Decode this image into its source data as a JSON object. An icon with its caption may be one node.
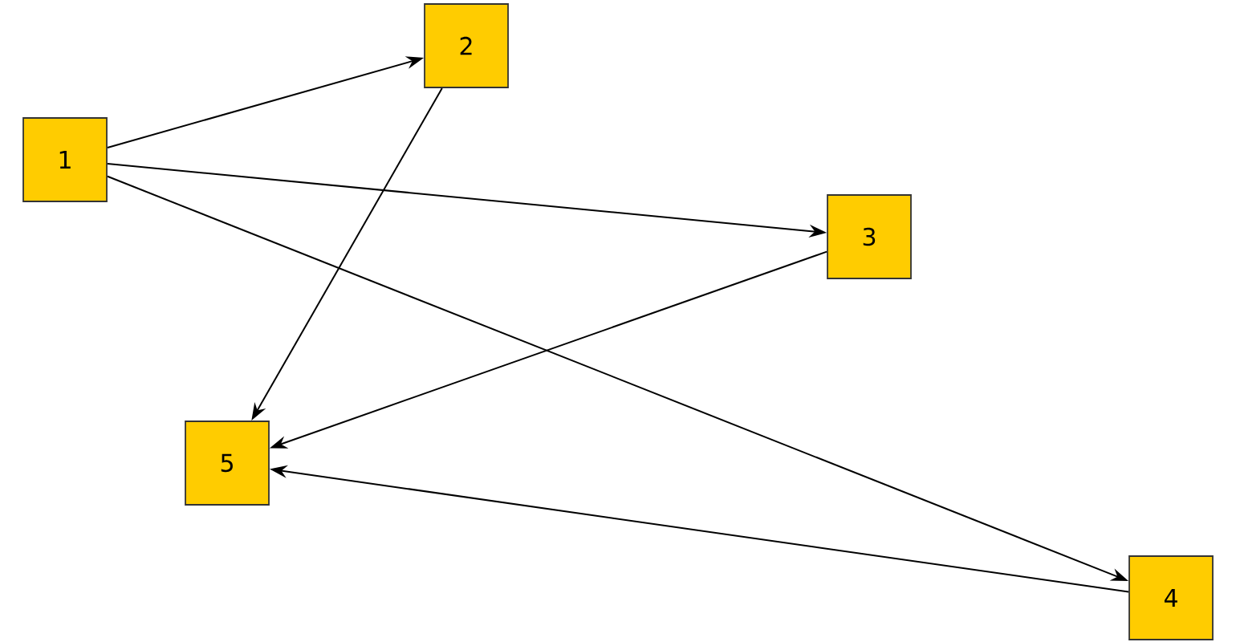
{
  "diagram": {
    "nodes": [
      {
        "text": [
          "1"
        ]
      },
      {
        "text": [
          "2"
        ]
      },
      {
        "text": [
          "3"
        ]
      },
      {
        "text": [
          "4"
        ]
      },
      {
        "text": [
          "5"
        ]
      }
    ],
    "edges": [
      {
        "from": 0,
        "to": 1,
        "arrow": "to"
      },
      {
        "from": 0,
        "to": 2,
        "arrow": "to"
      },
      {
        "from": 0,
        "to": 3,
        "arrow": "to"
      },
      {
        "from": 1,
        "to": 4,
        "arrow": "to"
      },
      {
        "from": 2,
        "to": 4,
        "arrow": "to"
      },
      {
        "from": 3,
        "to": 4,
        "arrow": "to"
      }
    ]
  }
}
